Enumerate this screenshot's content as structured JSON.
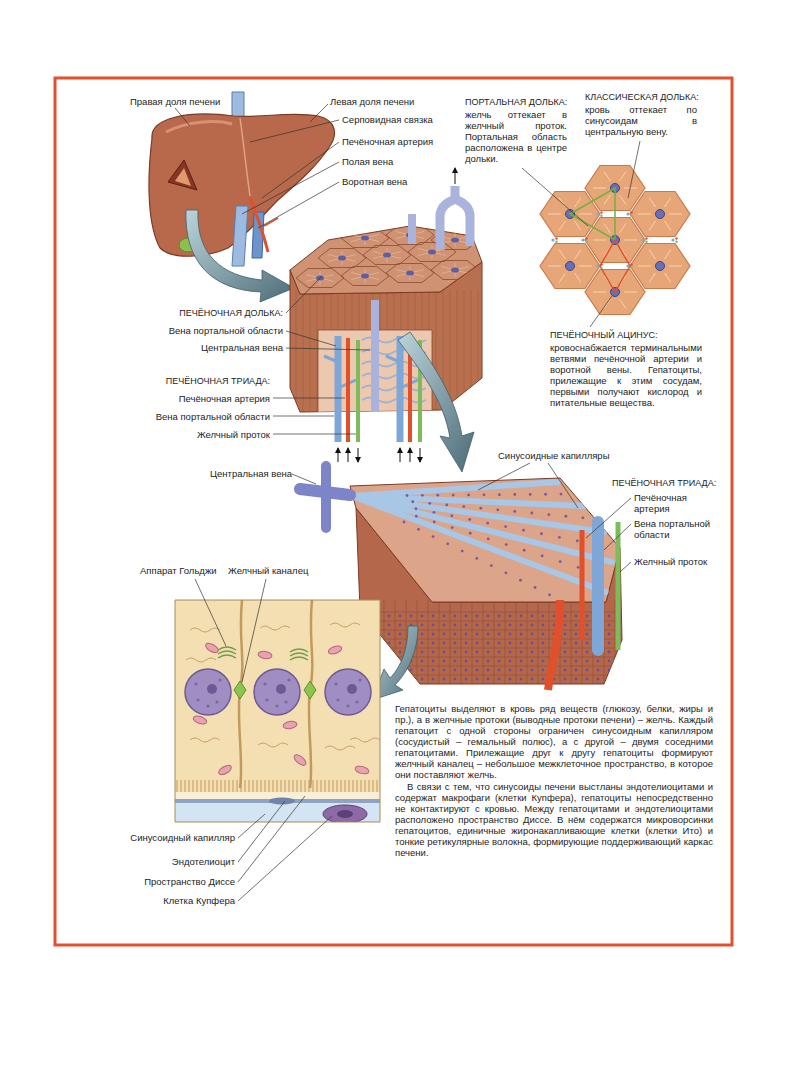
{
  "diagram": {
    "labels": [
      "Правая доля печени",
      "Левая доля печени",
      "Серповидная связка",
      "Печёночная артерия",
      "Полая вена",
      "Воротная вена",
      "ПОРТАЛЬНАЯ ДОЛЬКА:",
      "желчь оттекает в желчный проток. Портальная область расположена в центре дольки.",
      "КЛАССИЧЕСКАЯ ДОЛЬКА:",
      "кровь оттекает по синусоидам в центральную вену.",
      "ПЕЧЁНОЧНАЯ ДОЛЬКА:",
      "Вена портальной области",
      "Центральная вена",
      "ПЕЧЁНОЧНАЯ ТРИАДА:",
      "Печёночная артерия",
      "Вена портальной области",
      "Желчный проток",
      "ПЕЧЁНОЧНЫЙ АЦИНУС:",
      "кровоснабжается терминальными ветвями печёночной артерии и воротной вены. Гепатоциты, прилежащие к этим сосудам, первыми получают кислород и питательные вещества.",
      "Синусоидные капилляры",
      "Центральная вена",
      "ПЕЧЁНОЧНАЯ ТРИАДА:",
      "Печёночная артерия",
      "Вена портальной области",
      "Желчный проток",
      "Аппарат Гольджи",
      "Желчный каналец",
      "Синусоидный капилляр",
      "Эндотелиоцит",
      "Пространство Диссе",
      "Клетка Купфера",
      "Гепатоциты выделяют в кровь ряд веществ (глюкозу, белки, жиры и пр.), а в желчные протоки (выводные протоки печени) – желчь. Каждый гепатоцит с одной стороны ограничен синусоидным капилляром (сосудистый – гемальный полюс), а с другой – двумя соседними гепатоцитами. Прилежащие друг к другу гепатоциты формируют желчный каналец – небольшое межклеточное пространство, в которое они поставляют желчь.",
      "В связи с тем, что синусоиды печени выстланы эндотелиоцитами и содержат макрофаги (клетки Купфера), гепатоциты непосредственно не контактируют с кровью. Между гепатоцитами и эндотелиоцитами расположено пространство Диссе. В нём содержатся микроворсинки гепатоцитов, единичные жиронакапливающие клетки (клетки Ито) и тонкие ретикулярные волокна, формирующие поддерживающий каркас печени."
    ]
  }
}
